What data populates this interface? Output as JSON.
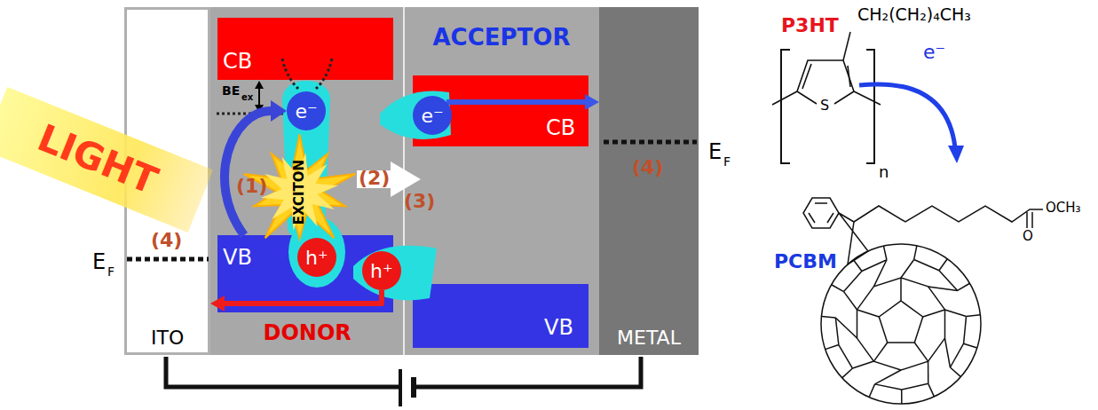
{
  "diagram": {
    "nodes": [
      {
        "text": [
          "LIGHT"
        ]
      },
      {
        "text": [
          "ITO"
        ]
      },
      {
        "text": [
          "DONOR"
        ]
      },
      {
        "text": [
          "CB"
        ],
        "in": 2
      },
      {
        "text": [
          "e⁻"
        ],
        "in": 2
      },
      {
        "text": [
          "EXCITON"
        ],
        "in": 2
      },
      {
        "text": [
          "VB"
        ],
        "in": 2
      },
      {
        "text": [
          "h⁺"
        ],
        "in": 6
      },
      {
        "text": [
          "h⁺"
        ],
        "in": 6
      },
      {
        "text": [
          "ACCEPTOR"
        ]
      },
      {
        "text": [
          "CB"
        ],
        "in": 9
      },
      {
        "text": [
          "e⁻"
        ],
        "in": 10
      },
      {
        "text": [
          "VB"
        ],
        "in": 9
      },
      {
        "text": [
          "METAL"
        ]
      }
    ],
    "edges": [
      {
        "from": 6,
        "to": 4,
        "arrow": "to"
      },
      {
        "from": 11,
        "to": 13,
        "arrow": "to"
      },
      {
        "from": 8,
        "to": 1,
        "arrow": "to"
      }
    ],
    "labels": [
      "(1)",
      "(2)",
      "(3)",
      "(4)",
      "(4)",
      "BE",
      "ex",
      "E",
      "F",
      "E",
      "F",
      "P3HT",
      "CH₂(CH₂)₄CH₃",
      "S",
      "n",
      "e⁻",
      "PCBM",
      "O",
      "OCH₃"
    ]
  }
}
